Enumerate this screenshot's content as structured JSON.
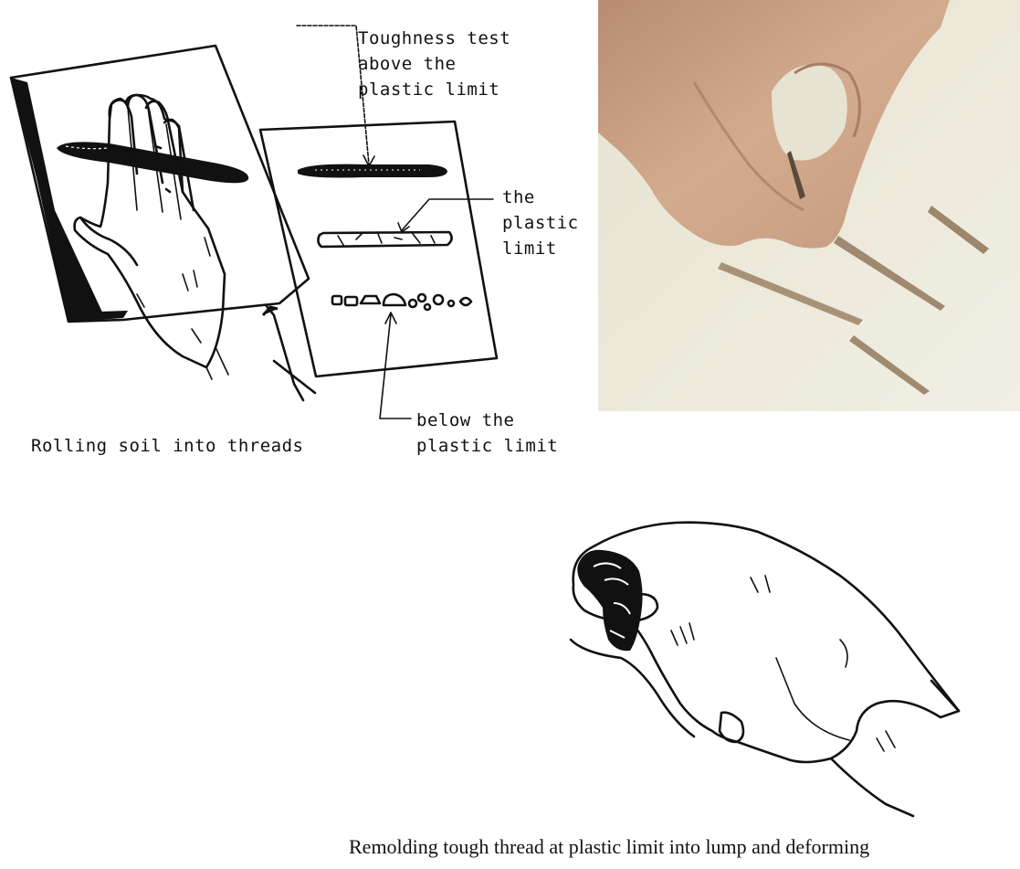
{
  "figure": {
    "label_toughness": [
      "Toughness test",
      "above the",
      "plastic limit"
    ],
    "label_plastic_limit": [
      "the",
      "plastic",
      "limit"
    ],
    "label_below": [
      "below the",
      "plastic limit"
    ],
    "caption_rolling": "Rolling soil into threads",
    "caption_remolding": "Remolding tough thread at plastic limit into lump and deforming"
  },
  "colors": {
    "ink": "#111111",
    "photo_background": "#ece9dc",
    "skin": "#c9a083",
    "soil_thread": "#a08b72"
  }
}
